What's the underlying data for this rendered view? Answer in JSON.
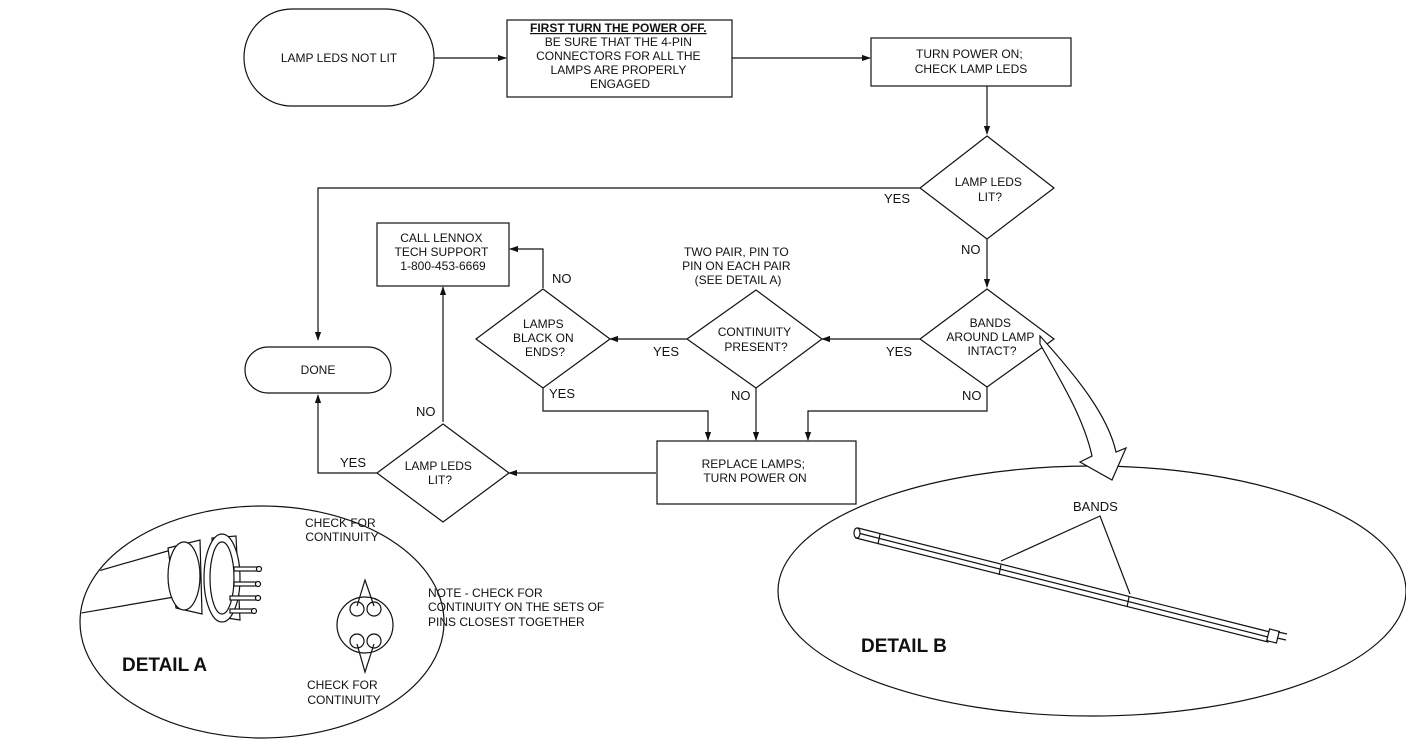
{
  "flow": {
    "start": {
      "lines": [
        "LAMP LEDS NOT LIT"
      ]
    },
    "check_connectors": {
      "emphasis": "FIRST TURN THE POWER OFF.",
      "lines": [
        "BE SURE THAT THE 4-PIN",
        "CONNECTORS FOR ALL THE",
        "LAMPS ARE PROPERLY",
        "ENGAGED"
      ]
    },
    "turn_power_on": {
      "lines": [
        "TURN POWER ON;",
        "CHECK LAMP LEDS"
      ]
    },
    "decision_leds_lit_1": {
      "lines": [
        "LAMP LEDS",
        "LIT?"
      ]
    },
    "decision_bands_intact": {
      "lines": [
        "BANDS",
        "AROUND LAMP",
        "INTACT?"
      ]
    },
    "decision_continuity": {
      "lines": [
        "CONTINUITY",
        "PRESENT?"
      ]
    },
    "continuity_note": {
      "lines": [
        "TWO PAIR, PIN TO",
        "PIN ON EACH PAIR",
        "(SEE DETAIL A)"
      ]
    },
    "decision_black_ends": {
      "lines": [
        "LAMPS",
        "BLACK ON",
        "ENDS?"
      ]
    },
    "call_support": {
      "lines": [
        "CALL LENNOX",
        "TECH SUPPORT",
        "1-800-453-6669"
      ]
    },
    "replace_lamps": {
      "lines": [
        "REPLACE LAMPS;",
        "TURN POWER ON"
      ]
    },
    "decision_leds_lit_2": {
      "lines": [
        "LAMP LEDS",
        "LIT?"
      ]
    },
    "done": {
      "lines": [
        "DONE"
      ]
    }
  },
  "edge_labels": {
    "yes": "YES",
    "no": "NO"
  },
  "detail_a": {
    "title": "DETAIL A",
    "check_top": [
      "CHECK FOR",
      "CONTINUITY"
    ],
    "check_bottom": [
      "CHECK FOR",
      "CONTINUITY"
    ],
    "note": [
      "NOTE - CHECK FOR",
      "CONTINUITY ON THE SETS OF",
      "PINS CLOSEST TOGETHER"
    ]
  },
  "detail_b": {
    "title": "DETAIL B",
    "bands_label": "BANDS"
  }
}
